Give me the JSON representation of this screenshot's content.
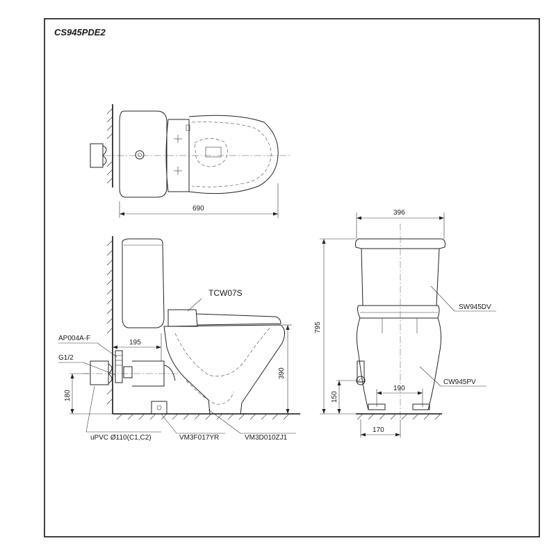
{
  "title": "CS945PDE2",
  "dimensions": {
    "length": "690",
    "tank_width": "396",
    "total_height": "795",
    "wall_to_drain": "195",
    "drain_height": "390",
    "inlet_height": "180",
    "inlet_height_front": "150",
    "floor_bolt_spacing": "190",
    "inlet_offset": "170"
  },
  "labels": {
    "seat": "TCW07S",
    "angle_valve": "AP004A-F",
    "thread": "G1/2",
    "pipe": "uPVC Ø110(C1,C2)",
    "flange": "VM3F017YR",
    "connector": "VM3D010ZJ1",
    "cover_part": "SW945DV",
    "bowl_part": "CW945PV"
  }
}
